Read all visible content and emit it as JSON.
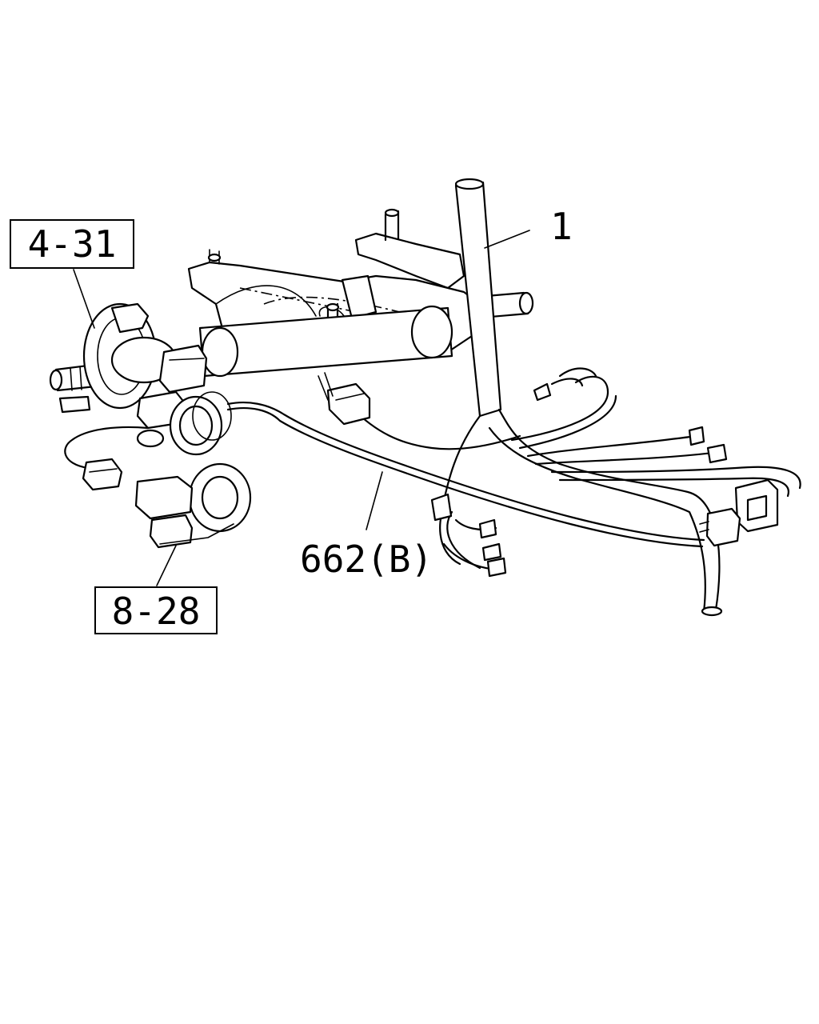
{
  "callouts": {
    "ref_4_31": "4-31",
    "ref_8_28": "8-28",
    "part_1": "1",
    "part_662b": "662(B)"
  }
}
